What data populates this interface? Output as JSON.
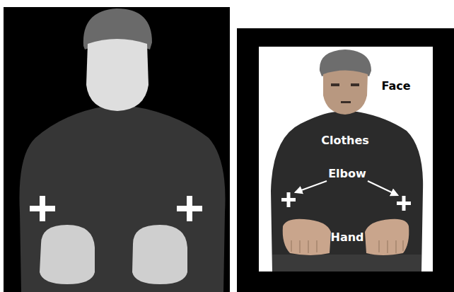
{
  "diagram": {
    "labels": [
      "Face",
      "Clothes",
      "Elbow",
      "Hand"
    ]
  }
}
